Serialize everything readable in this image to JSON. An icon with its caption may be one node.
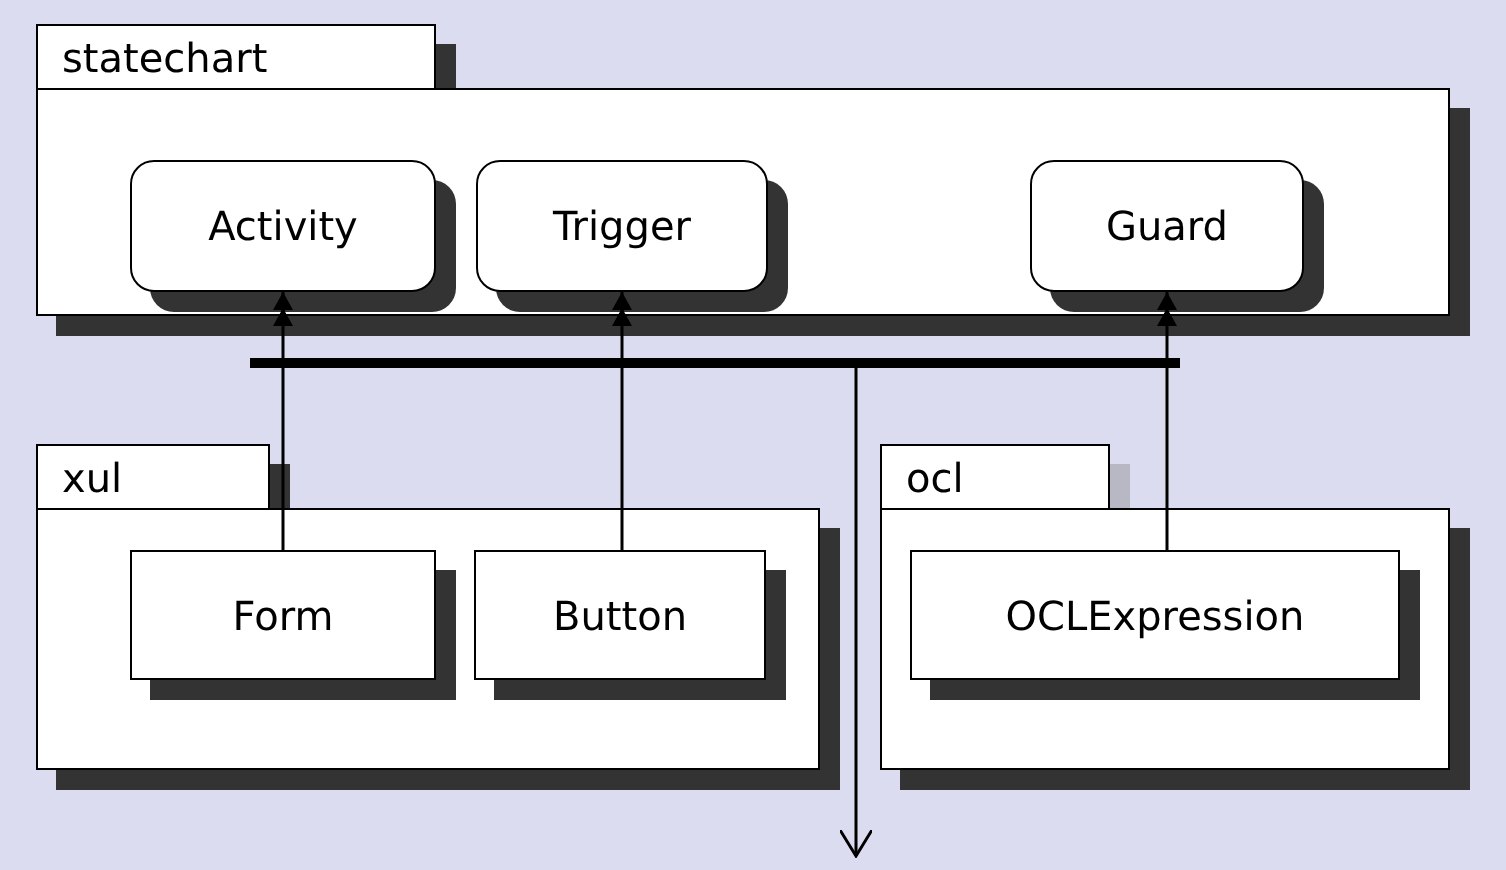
{
  "diagram": {
    "nodes": [
      {
        "text": [
          "statechart"
        ]
      },
      {
        "text": [
          "Activity"
        ],
        "in": 0
      },
      {
        "text": [
          "Trigger"
        ],
        "in": 0
      },
      {
        "text": [
          "Guard"
        ],
        "in": 0
      },
      {
        "text": [
          "xul"
        ]
      },
      {
        "text": [
          "Form"
        ],
        "in": 4
      },
      {
        "text": [
          "Button"
        ],
        "in": 4
      },
      {
        "text": [
          "ocl"
        ]
      },
      {
        "text": [
          "OCLExpression"
        ],
        "in": 7
      },
      {
        "text": [],
        "shape": "bar"
      }
    ],
    "edges": [
      {
        "from": 5,
        "to": 1,
        "arrow": "to"
      },
      {
        "from": 6,
        "to": 2,
        "arrow": "to"
      },
      {
        "from": 8,
        "to": 3,
        "arrow": "to"
      },
      {
        "from": 9,
        "to": null,
        "arrow": "to"
      }
    ]
  }
}
